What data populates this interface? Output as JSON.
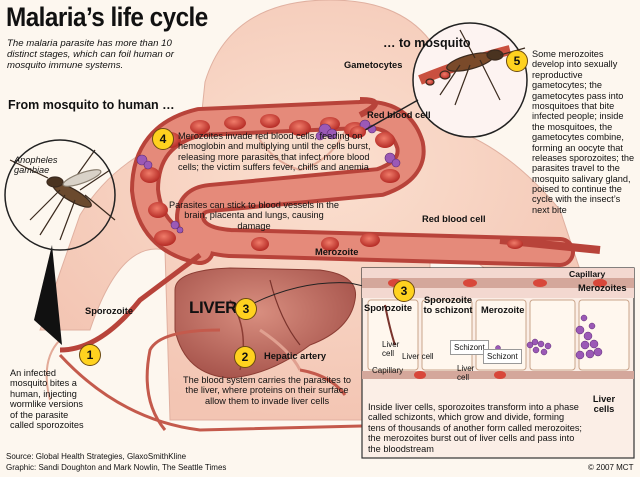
{
  "title": "Malaria’s life cycle",
  "intro": "The malaria parasite has more than 10 distinct stages, which can foil human or mosquito immune systems.",
  "sections": {
    "to_mosquito": "… to mosquito",
    "from_mosquito": "From mosquito to human …"
  },
  "stages": {
    "s1": {
      "num": "1",
      "text": "An infected mosquito bites a human, injecting wormlike versions of the parasite called sporozoites"
    },
    "s2": {
      "num": "2",
      "title": "Hepatic artery",
      "text": "The blood system carries the parasites to the liver, where proteins on their surface allow them to invade liver cells"
    },
    "s3": {
      "num": "3",
      "text": "Inside liver cells, sporozoites transform into a phase called schizonts, which grow and divide, forming tens of thousands of another form called merozoites; the merozoites burst out of liver cells and pass into the bloodstream"
    },
    "s3_small": {
      "num": "3"
    },
    "s4": {
      "num": "4",
      "text": "Merozoites invade red blood cells, feeding on hemoglobin and multiplying until the cells burst, releasing more parasites that infect more blood cells; the victim suffers fever, chills and anemia"
    },
    "s5": {
      "num": "5",
      "text": "Some merozoites develop into sexually reproductive gametocytes; the gametocytes pass into mosquitoes that bite infected people; inside the mosquitoes, the gametocytes combine, forming an oocyte that releases sporozoites; the parasites travel to the mosquito salivary gland, poised to continue the cycle with the insect’s next bite"
    }
  },
  "labels": {
    "anopheles": "Anopheles gambiae",
    "gametocytes": "Gametocytes",
    "red_blood_cell_top": "Red blood cell",
    "red_blood_cell_mid": "Red blood cell",
    "parasites_note": "Parasites can stick to blood vessels in the brain, placenta and lungs, causing damage",
    "merozoite_vessel": "Merozoite",
    "sporozoite_left": "Sporozoite",
    "liver": "LIVER",
    "capillary_top": "Capillary",
    "merozoites_right": "Merozoites",
    "sporozoite_inset": "Sporozoite",
    "sporozoite_to_schizont": "Sporozoite to schizont",
    "merozoite_inset": "Merozoite",
    "liver_cell_left": "Liver cell",
    "liver_cell_mid": "Liver cell",
    "schizont_a": "Schizont",
    "schizont_b": "Schizont",
    "capillary_bottom": "Capillary",
    "liver_cell_bottom": "Liver cell",
    "liver_cells_right": "Liver cells"
  },
  "credits": {
    "source": "Source: Global Health Strategies, GlaxoSmithKline",
    "graphic": "Graphic: Sandi Doughton and Mark Nowlin, The Seattle Times",
    "copyright": "© 2007 MCT"
  },
  "colors": {
    "number_badge": "#ffd21f",
    "vessel": "#c9503f",
    "red_cell": "#d8473a",
    "parasite": "#9b59b6",
    "liver": "#c47363"
  }
}
